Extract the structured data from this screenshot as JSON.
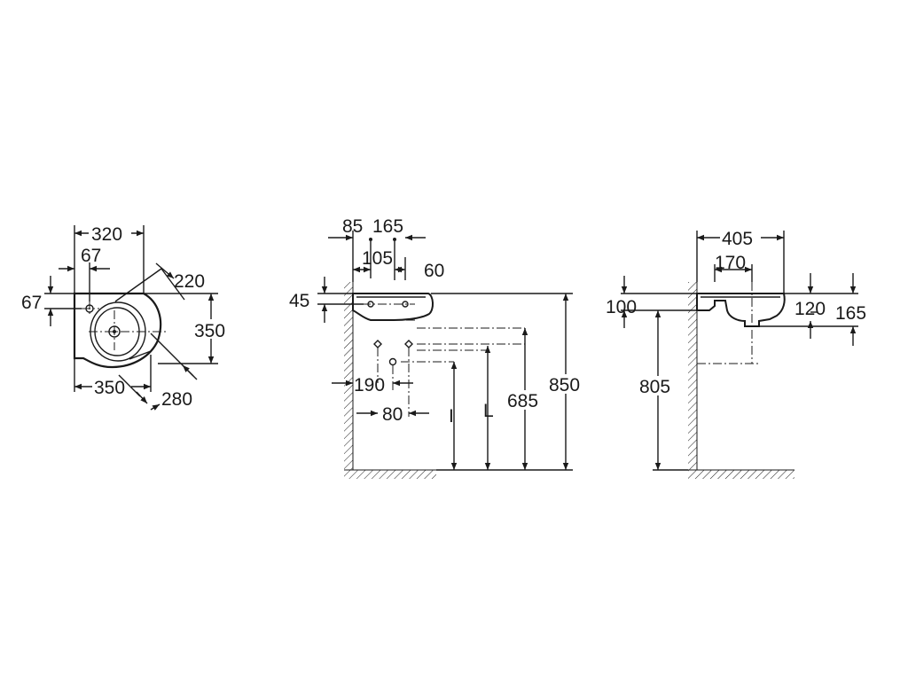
{
  "top_view": {
    "width_320": "320",
    "offset_67_top": "67",
    "offset_67_left": "67",
    "dim_220": "220",
    "depth_350": "350",
    "width_350": "350",
    "diag_280": "280"
  },
  "front_view": {
    "dim_85": "85",
    "dim_165": "165",
    "dim_105": "105",
    "dim_60": "60",
    "dim_45": "45",
    "dim_190": "190",
    "dim_80": "80",
    "label_i": "I",
    "label_L": "L",
    "dim_685": "685",
    "dim_850": "850"
  },
  "side_view": {
    "dim_405": "405",
    "dim_170": "170",
    "dim_100": "100",
    "dim_120": "120",
    "dim_165": "165",
    "dim_805": "805"
  }
}
